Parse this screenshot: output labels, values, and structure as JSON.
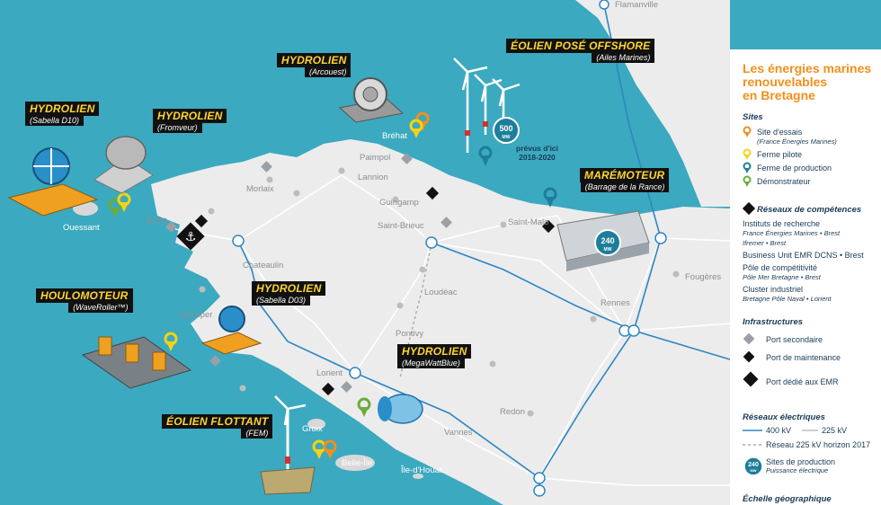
{
  "cities": {
    "flamanville": "Flamanville",
    "brehat": "Bréhat",
    "paimpol": "Paimpol",
    "lannion": "Lannion",
    "morlaix": "Morlaix",
    "guingamp": "Guingamp",
    "brest": "Brest",
    "ouessant": "Ouessant",
    "saint_brieuc": "Saint-Brieuc",
    "saint_malo": "Saint-Malo",
    "chateaulin": "Chateaulin",
    "quimper": "Quimper",
    "loudeac": "Loudéac",
    "pontivy": "Pontivy",
    "rennes": "Rennes",
    "fougeres": "Fougères",
    "lorient": "Lorient",
    "redon": "Redon",
    "groix": "Groix",
    "vannes": "Vannes",
    "belle_ile": "Belle-Île",
    "ile_d_houat": "Île-d'Houat"
  },
  "technologies": {
    "hydrolien_sabella_d10": {
      "title": "HYDROLIEN",
      "subtitle": "(Sabella D10)"
    },
    "hydrolien_fromveur": {
      "title": "HYDROLIEN",
      "subtitle": "(Fromveur)"
    },
    "hydrolien_arcouest": {
      "title": "HYDROLIEN",
      "subtitle": "(Arcouest)"
    },
    "eolien_pose": {
      "title": "ÉOLIEN POSÉ OFFSHORE",
      "subtitle": "(Ailes Marines)"
    },
    "maremoteur": {
      "title": "MARÉMOTEUR",
      "subtitle": "(Barrage de la Rance)"
    },
    "houlomoteur": {
      "title": "HOULOMOTEUR",
      "subtitle": "(WaveRoller™)"
    },
    "hydrolien_sabella_d03": {
      "title": "HYDROLIEN",
      "subtitle": "(Sabella D03)"
    },
    "hydrolien_megawattblue": {
      "title": "HYDROLIEN",
      "subtitle": "(MegaWattBlue)"
    },
    "eolien_flottant": {
      "title": "ÉOLIEN FLOTTANT",
      "subtitle": "(FEM)"
    }
  },
  "annotations": {
    "eolien_pose_power_value": "500",
    "eolien_pose_power_unit": "MW",
    "eolien_pose_note_line1": "prévus d'ici",
    "eolien_pose_note_line2": "2018-2020",
    "maremoteur_power_value": "240",
    "maremoteur_power_unit": "MW"
  },
  "legend": {
    "title_line1": "Les énergies marines",
    "title_line2": "renouvelables",
    "title_line3": "en Bretagne",
    "sites_heading": "Sites",
    "site_essais": "Site d'essais",
    "site_essais_sub": "(France Énergies Marines)",
    "ferme_pilote": "Ferme pilote",
    "ferme_production": "Ferme de production",
    "demonstrateur": "Démonstrateur",
    "reseaux_competences_heading": "Réseaux de compétences",
    "instituts": "Instituts de recherche",
    "instituts_sub1": "France Énergies Marines • Brest",
    "instituts_sub2": "Ifremer • Brest",
    "business_unit": "Business Unit EMR DCNS • Brest",
    "pole": "Pôle de compétitivité",
    "pole_sub": "Pôle Mer Bretagne • Brest",
    "cluster": "Cluster industriel",
    "cluster_sub": "Bretagne Pôle Naval • Lorient",
    "infrastructures_heading": "Infrastructures",
    "port_secondaire": "Port secondaire",
    "port_maintenance": "Port de maintenance",
    "port_emr": "Port dédié aux EMR",
    "reseaux_elec_heading": "Réseaux électriques",
    "kv400": "400 kV",
    "kv225": "225 kV",
    "kv225_horizon": "Réseau 225 kV horizon 2017",
    "production_label": "Sites de production",
    "production_sub": "Puissance électrique",
    "production_badge_value": "240",
    "production_badge_unit": "MW",
    "echelle_heading": "Échelle géographique"
  },
  "colors": {
    "sea": "#3ba9bf",
    "land": "#ececec",
    "site_essais": "#f18f1c",
    "ferme_pilote": "#f5d312",
    "ferme_production": "#1e7d9a",
    "demonstrateur": "#6aad3b",
    "line_400kv": "#2d86c4",
    "line_225kv": "#ffffff",
    "accent_title": "#f18f1c",
    "dark": "#111111"
  }
}
